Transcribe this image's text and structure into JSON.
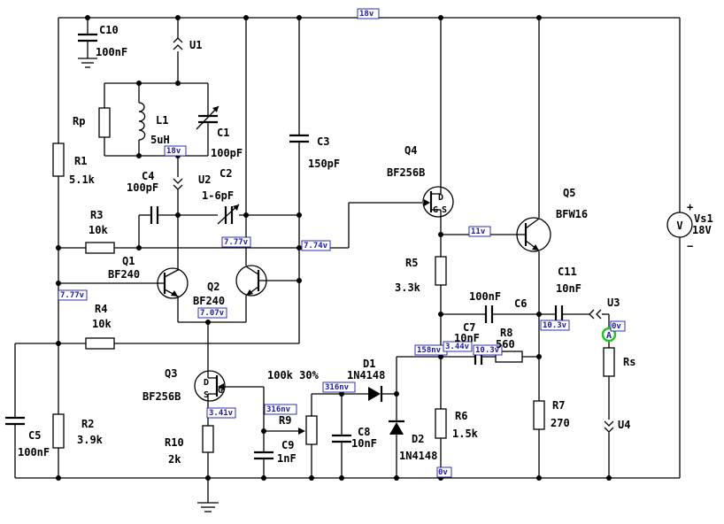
{
  "components": {
    "C10": {
      "name": "C10",
      "value": "100nF"
    },
    "U1": {
      "name": "U1"
    },
    "Rp": {
      "name": "Rp"
    },
    "L1": {
      "name": "L1",
      "value": "5uH"
    },
    "C1": {
      "name": "C1",
      "value": "100pF"
    },
    "C3": {
      "name": "C3",
      "value": "150pF"
    },
    "R1": {
      "name": "R1",
      "value": "5.1k"
    },
    "C4": {
      "name": "C4",
      "value": "100pF"
    },
    "U2": {
      "name": "U2"
    },
    "C2": {
      "name": "C2",
      "value": "1-6pF"
    },
    "R3": {
      "name": "R3",
      "value": "10k"
    },
    "Q1": {
      "name": "Q1",
      "value": "BF240"
    },
    "Q2": {
      "name": "Q2",
      "value": "BF240"
    },
    "R4": {
      "name": "R4",
      "value": "10k"
    },
    "C5": {
      "name": "C5",
      "value": "100nF"
    },
    "R2": {
      "name": "R2",
      "value": "3.9k"
    },
    "Q3": {
      "name": "Q3",
      "value": "BF256B"
    },
    "R10": {
      "name": "R10",
      "value": "2k"
    },
    "R9": {
      "name": "R9",
      "value": "100k 30%"
    },
    "C9": {
      "name": "C9",
      "value": "1nF"
    },
    "C8": {
      "name": "C8",
      "value": "10nF"
    },
    "D1": {
      "name": "D1",
      "value": "1N4148"
    },
    "D2": {
      "name": "D2",
      "value": "1N4148"
    },
    "Q4": {
      "name": "Q4",
      "value": "BF256B"
    },
    "R5": {
      "name": "R5",
      "value": "3.3k"
    },
    "R6": {
      "name": "R6",
      "value": "1.5k"
    },
    "C7": {
      "name": "C7",
      "value": "10nF"
    },
    "R8": {
      "name": "R8",
      "value": "560"
    },
    "C6": {
      "name": "C6",
      "value": "100nF"
    },
    "Q5": {
      "name": "Q5",
      "value": "BFW16"
    },
    "C11": {
      "name": "C11",
      "value": "10nF"
    },
    "U3": {
      "name": "U3"
    },
    "R7": {
      "name": "R7",
      "value": "270"
    },
    "Rs": {
      "name": "Rs"
    },
    "U4": {
      "name": "U4"
    },
    "Vs1": {
      "name": "Vs1",
      "value": "18V"
    }
  },
  "voltage_tags": {
    "top_rail": "18v",
    "u2_node": "18v",
    "q2_base": "7.77v",
    "q4_gate": "7.74v",
    "q1_base": "7.77v",
    "q1q2_emitter": "7.07v",
    "q3_source": "3.41v",
    "r9_wiper": "316nv",
    "d1_anode": "316nv",
    "q4_source": "11v",
    "c7_node": "158nv",
    "r8_left": "3.44v",
    "r8_right": "10.3v",
    "c11_left": "10.3v",
    "output": "0v",
    "ground": "0v"
  },
  "source_symbols": {
    "voltmeter": "V",
    "plus": "+",
    "minus": "−"
  },
  "probe": {
    "label": "A"
  },
  "pins": {
    "drain": "D",
    "gate": "G",
    "source": "S"
  }
}
